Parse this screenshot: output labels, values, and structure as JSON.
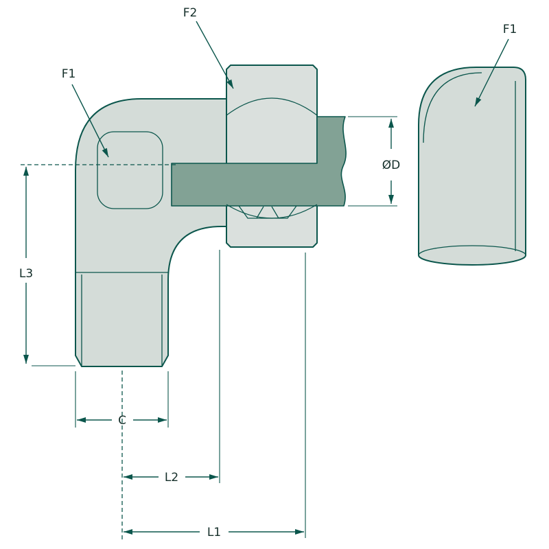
{
  "colors": {
    "line": "#0b564c",
    "dim": "#0b564c",
    "text": "#142e29",
    "body": "#d4dcd8",
    "nut": "#dae0dd",
    "tube": "#82a295",
    "bg": "#ffffff"
  },
  "diagram": {
    "labels": {
      "f2": "F2",
      "f1_front": "F1",
      "f1_side": "F1"
    },
    "dimensions": {
      "l1": "L1",
      "l2": "L2",
      "l3": "L3",
      "c": "C",
      "d": "ØD"
    }
  }
}
